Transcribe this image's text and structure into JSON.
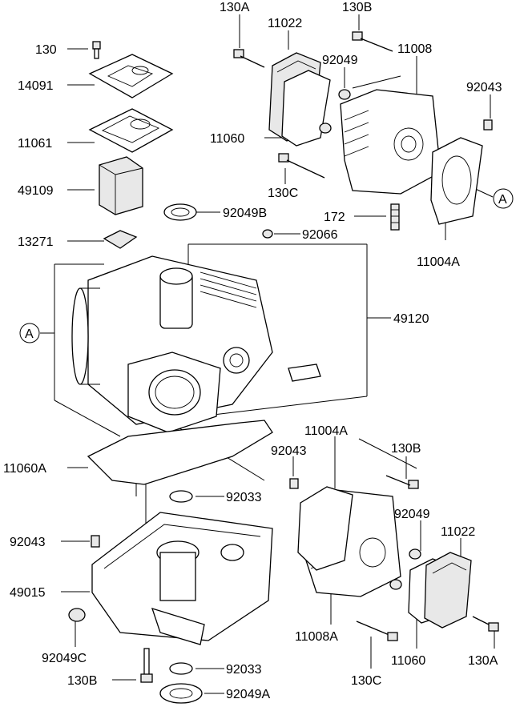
{
  "labels": {
    "l130": "130",
    "l14091": "14091",
    "l11061": "11061",
    "l49109": "49109",
    "l13271": "13271",
    "lA_left": "A",
    "l11060A": "11060A",
    "l92043_left": "92043",
    "l49015": "49015",
    "l92049C": "92049C",
    "l130B_bottom": "130B",
    "l92033_top": "92033",
    "l92033_bottom": "92033",
    "l92049A": "92049A",
    "l130A_top": "130A",
    "l11022_top": "11022",
    "l130B_top": "130B",
    "l92049_top": "92049",
    "l11008": "11008",
    "l92043_top": "92043",
    "l11060_top": "11060",
    "l130C_top": "130C",
    "lA_right": "A",
    "l172": "172",
    "l11004A_top": "11004A",
    "l92049B": "92049B",
    "l92066": "92066",
    "l49120": "49120",
    "l11004A_mid": "11004A",
    "l92043_mid": "92043",
    "l130B_mid": "130B",
    "l92049_mid": "92049",
    "l11022_bottom": "11022",
    "l11008A": "11008A",
    "l11060_bottom": "11060",
    "l130C_bottom": "130C",
    "l130A_bottom": "130A"
  }
}
